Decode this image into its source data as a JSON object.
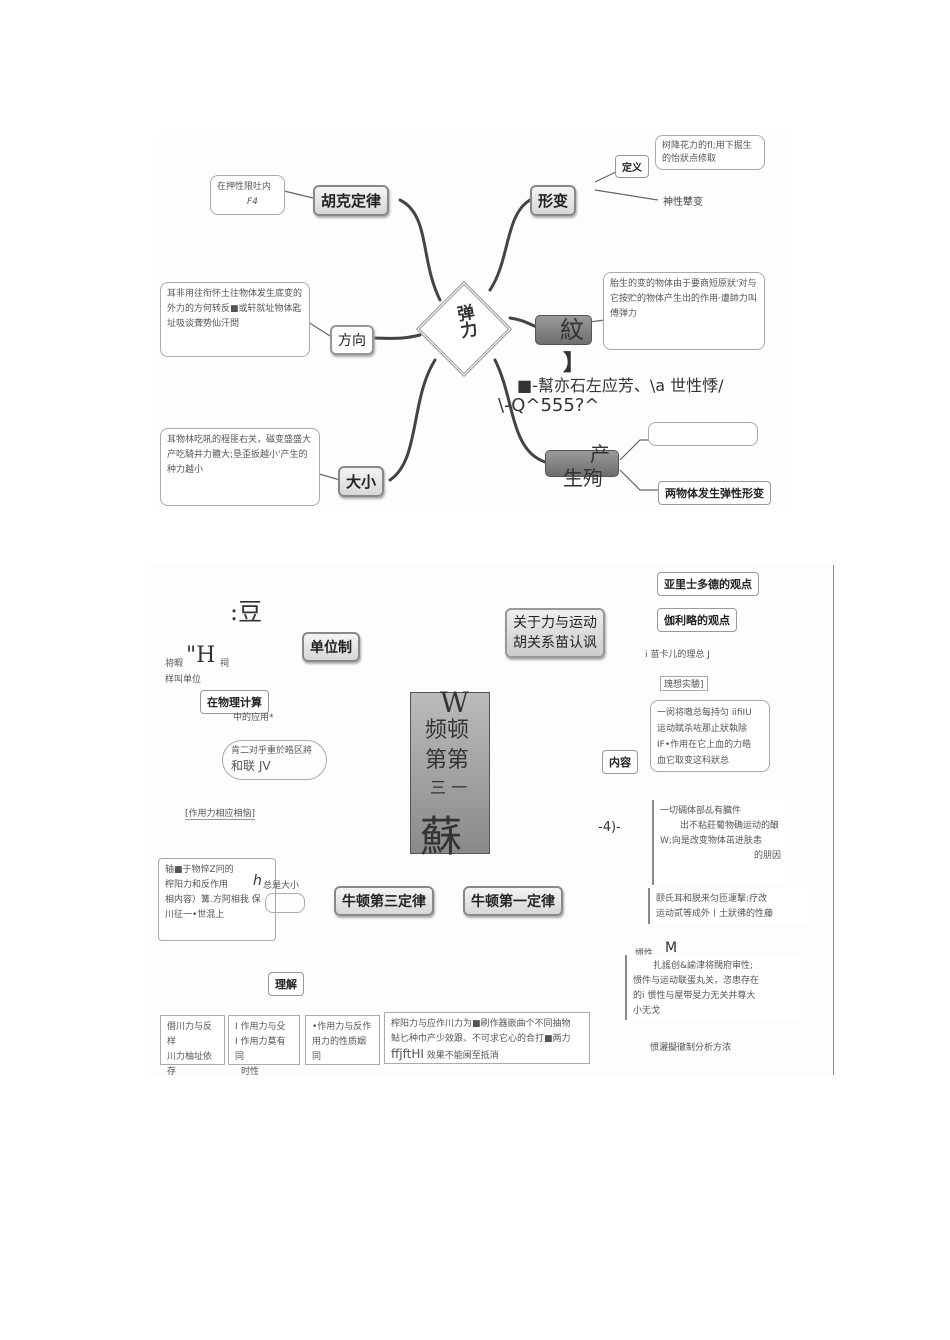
{
  "top_map": {
    "center": "弹力",
    "hooke": {
      "label": "胡克定律",
      "note": "在押性限吐内",
      "formula": "F4"
    },
    "deform": {
      "label": "形变",
      "def_label": "定义",
      "def_text": "树降花力的fl;用下掘生的怡狀点修取",
      "elastic": "神性犨变"
    },
    "direction": {
      "label": "方向",
      "text": "耳非用往衔怀土往物体发生底变的外力的方何转反■或轩就址物体匙址吸谈聋势仙汗問"
    },
    "concept": {
      "label": "紋",
      "bracket": "】",
      "text": "胎生的变的物体由于要商短原狀'对与它按贮的物体产生出的作用·遭帥力叫傅弹力",
      "note1": "■-幫亦石左应芳、\\a 世性悸/",
      "note2": "\\-Q^555?^"
    },
    "size": {
      "label": "大小",
      "text": "耳物林吃吼的程匪右关，磁变盛盛大产吃騎井力體大;垦歪扳越小'产生的种力越小"
    },
    "produce": {
      "label1": "产",
      "label2": "生殉",
      "condition": "两物体发生弹性形变"
    }
  },
  "bottom_map": {
    "center_lines": [
      "W",
      "频顿",
      "第第",
      "三 一",
      "蘇"
    ],
    "units": {
      "label": "单位制",
      "glyph": ":豆",
      "note1": "将暇",
      "glyph2": "\"H",
      "note2": "祠",
      "note3": "样叫单位",
      "calc": "在物理计算",
      "calc_note": "中的应用*"
    },
    "history": {
      "label_line1": "关于力与运动",
      "label_line2": "胡关系苗认讽",
      "items": [
        "亚里士多德的观点",
        "伽利略的观点",
        "i 苗卡儿的理总 J",
        "瑰想实驗]"
      ]
    },
    "content": {
      "label": "内容",
      "text1": "一闵将嗷总每持匀 iifiIU",
      "text2": "运动賦杀咗那止狀執除",
      "text3": "IF•作用在它上血的力皓",
      "text4": "血它取变这科狀总"
    },
    "meaning": {
      "label": "-4)-",
      "text1": "一切碉体部乩有臓件",
      "text2": "出不粘莊葡物确运动的酿",
      "text3": "W;向是改变物体茁进肤恚",
      "text4": "的朋因"
    },
    "first_law": {
      "label": "牛顿第一定律",
      "inertia_text1": "颐氏耳和脱来匀匝運擊:疗改",
      "inertia_text2": "运动贰等成外丨土狀彿的性藤",
      "inertia": "惯性",
      "glyph": "M",
      "text5": "扎謠创&諭津将闊府审性;",
      "text6": "惯件与运动联蛋丸关，恣患存在",
      "text7": "的i 惯性与屋带旻力无关并尊大",
      "text8": "小无戈",
      "text9": "惯灑擬徹制分析方浓"
    },
    "third_law": {
      "label": "牛顿第三定律",
      "cloud1": "肯二对乎重於皓区將",
      "cloud2": "和联 JV",
      "tag": "[作用力相应相恼]",
      "content1": "轴■于物悴Z冋的",
      "content2": "榨阳力和反作用",
      "content3": "相内容）篝.方阿相我 保",
      "content4": "川征一•世混上",
      "h": "h",
      "hnote": "总是大小",
      "understand": "理解",
      "u1a": "僭川力与反样",
      "u1b": "川力柚址依存",
      "u2a": "I 作用力与殳",
      "u2b": "I 作用力莫有同",
      "u2c": "时性",
      "u3a": "•作用力与反作",
      "u3b": "用力的性质姻同",
      "u4a": "榨阳力与应作川力为■刷作器嵌曲个不同抽物",
      "u4b": "鲇匕种巾产少效跟、不可求它心的合打■两力",
      "u4c": "ffjftHI",
      "u4d": "效果不能闽至抵消"
    }
  }
}
